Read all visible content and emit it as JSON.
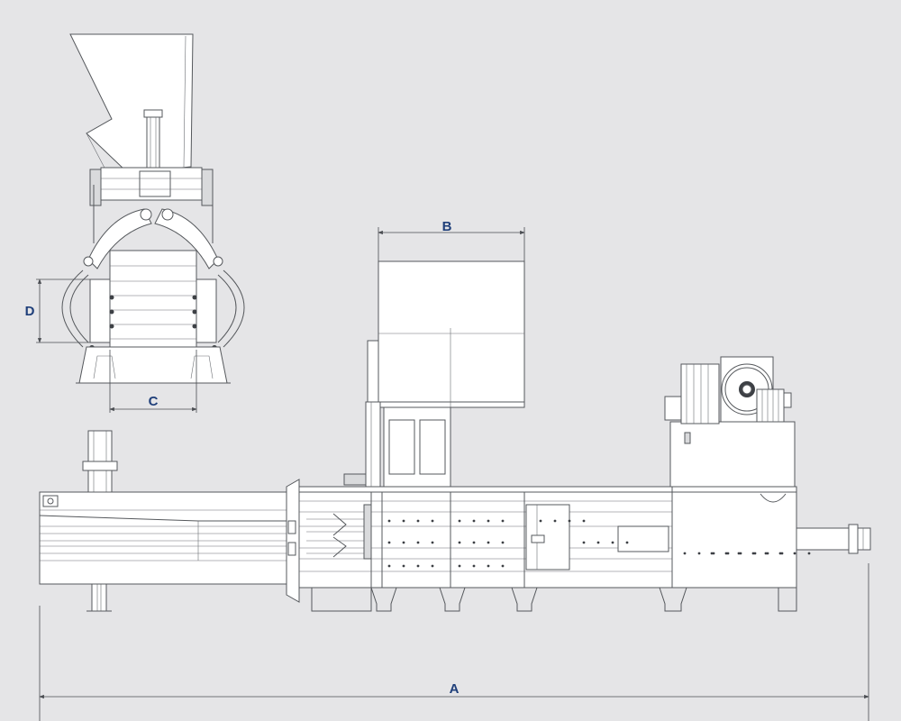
{
  "dimensions": {
    "a": "A",
    "b": "B",
    "c": "C",
    "d": "D"
  },
  "colors": {
    "background": "#e5e5e7",
    "line": "#55585c",
    "label": "#1f3f7a"
  }
}
